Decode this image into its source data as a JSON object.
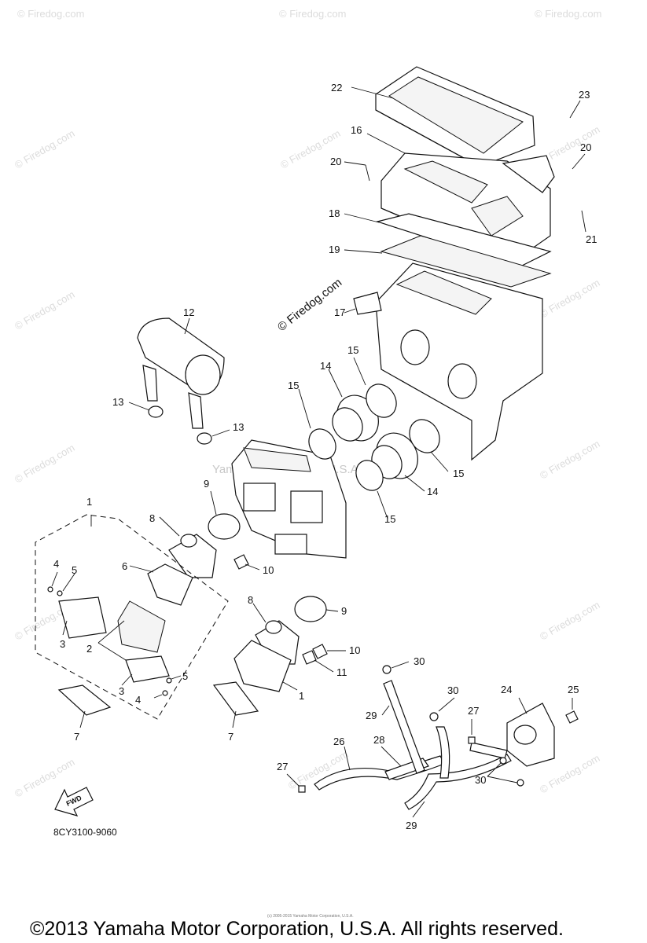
{
  "diagram": {
    "watermark": "© Firedog.com",
    "center_watermark": "Yamaha Motor Corp., U.S.A.",
    "diagram_code": "8CY3100-9060",
    "fwd_label": "FWD",
    "tiny_notice": "(c) 2005-2015 Yamaha Motor Corporation, U.S.A.",
    "copyright": "©2013 Yamaha Motor Corporation, U.S.A. All rights reserved.",
    "callouts": {
      "c1a": "1",
      "c1b": "1",
      "c2": "2",
      "c3a": "3",
      "c3b": "3",
      "c4a": "4",
      "c4b": "4",
      "c5a": "5",
      "c5b": "5",
      "c6": "6",
      "c7a": "7",
      "c7b": "7",
      "c8a": "8",
      "c8b": "8",
      "c9a": "9",
      "c9b": "9",
      "c10a": "10",
      "c10b": "10",
      "c11": "11",
      "c12": "12",
      "c13a": "13",
      "c13b": "13",
      "c14a": "14",
      "c14b": "14",
      "c15a": "15",
      "c15b": "15",
      "c15c": "15",
      "c15d": "15",
      "c16": "16",
      "c17": "17",
      "c18": "18",
      "c19": "19",
      "c20a": "20",
      "c20b": "20",
      "c21": "21",
      "c22": "22",
      "c23": "23",
      "c24": "24",
      "c25": "25",
      "c26": "26",
      "c27a": "27",
      "c27b": "27",
      "c28": "28",
      "c29a": "29",
      "c29b": "29",
      "c30a": "30",
      "c30b": "30",
      "c30c": "30"
    }
  }
}
